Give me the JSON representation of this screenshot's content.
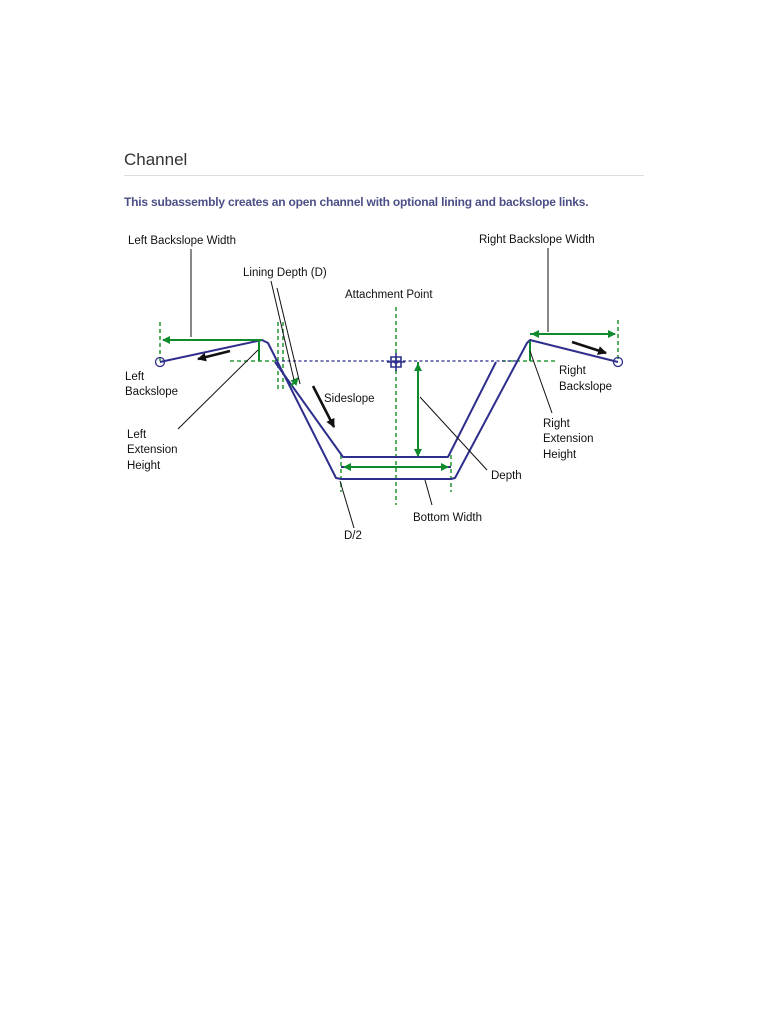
{
  "page": {
    "title": "Channel",
    "description": "This subassembly creates an open channel with optional lining and backslope links."
  },
  "diagram": {
    "colors": {
      "profile": "#2e2e8c",
      "dimension": "#118a2e",
      "guide": "#2f9a3a",
      "leader": "#111111"
    },
    "labels": {
      "left_backslope_width": "Left Backslope Width",
      "right_backslope_width": "Right Backslope Width",
      "lining_depth": "Lining Depth (D)",
      "attachment_point": "Attachment Point",
      "left_backslope_1": "Left",
      "left_backslope_2": "Backslope",
      "right_backslope_1": "Right",
      "right_backslope_2": "Backslope",
      "sideslope": "Sideslope",
      "left_extension_1": "Left",
      "left_extension_2": "Extension",
      "left_extension_3": "Height",
      "right_extension_1": "Right",
      "right_extension_2": "Extension",
      "right_extension_3": "Height",
      "depth": "Depth",
      "bottom_width": "Bottom Width",
      "half_depth": "D/2"
    }
  }
}
